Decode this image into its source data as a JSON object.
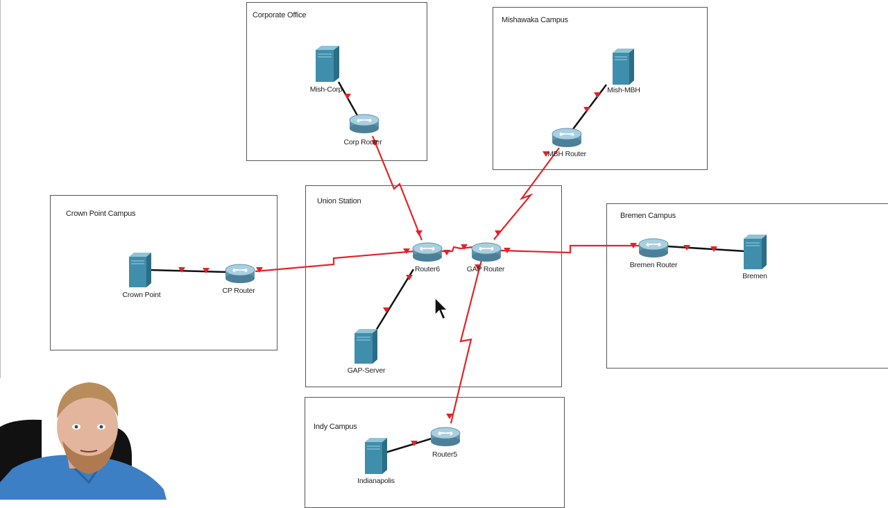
{
  "areas": {
    "corporate": "Corporate Office",
    "mishawaka": "Mishawaka Campus",
    "crownpoint": "Crown Point Campus",
    "union": "Union Station",
    "bremen": "Bremen Campus",
    "indy": "Indy Campus"
  },
  "devices": {
    "mish_corp": "Mish-Corp",
    "corp_router": "Corp Router",
    "mish_mbh": "Mish-MBH",
    "mbh_router": "MBH Router",
    "crown_point": "Crown Point",
    "cp_router": "CP Router",
    "router6": "Router6",
    "gap_router": "GAP Router",
    "gap_server": "GAP-Server",
    "bremen_router": "Bremen Router",
    "bremen": "Bremen",
    "router5": "Router5",
    "indianapolis": "Indianapolis"
  },
  "colors": {
    "serial_link": "#e0232a",
    "ethernet_link": "#111111",
    "server": "#3f8eab",
    "router": "#6fa3bd"
  },
  "icons": {
    "server": "server-icon",
    "router": "router-icon",
    "cursor": "mouse-pointer-icon",
    "webcam": "presenter-webcam"
  }
}
